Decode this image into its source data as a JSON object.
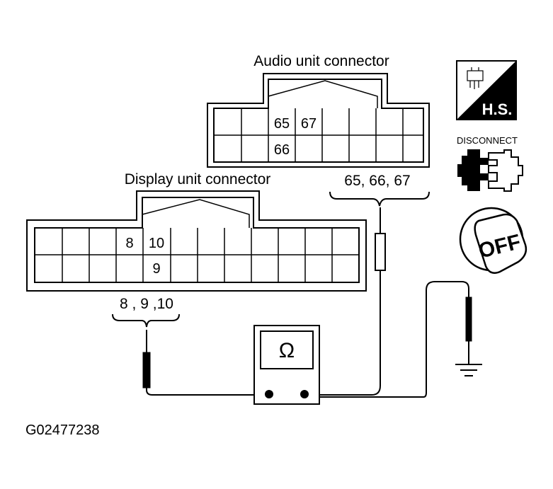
{
  "audio_connector": {
    "title": "Audio unit connector",
    "pins_top": [
      "65",
      "67"
    ],
    "pins_bottom": [
      "66"
    ],
    "probe_label": "65, 66, 67"
  },
  "display_connector": {
    "title": "Display unit connector",
    "pins_top": [
      "8",
      "10"
    ],
    "pins_bottom": [
      "9"
    ],
    "probe_label": "8 , 9 ,10"
  },
  "icons": {
    "harness_side": "H.S.",
    "disconnect": "DISCONNECT",
    "ignition": "OFF"
  },
  "meter": {
    "symbol": "Ω"
  },
  "figure_id": "G02477238"
}
